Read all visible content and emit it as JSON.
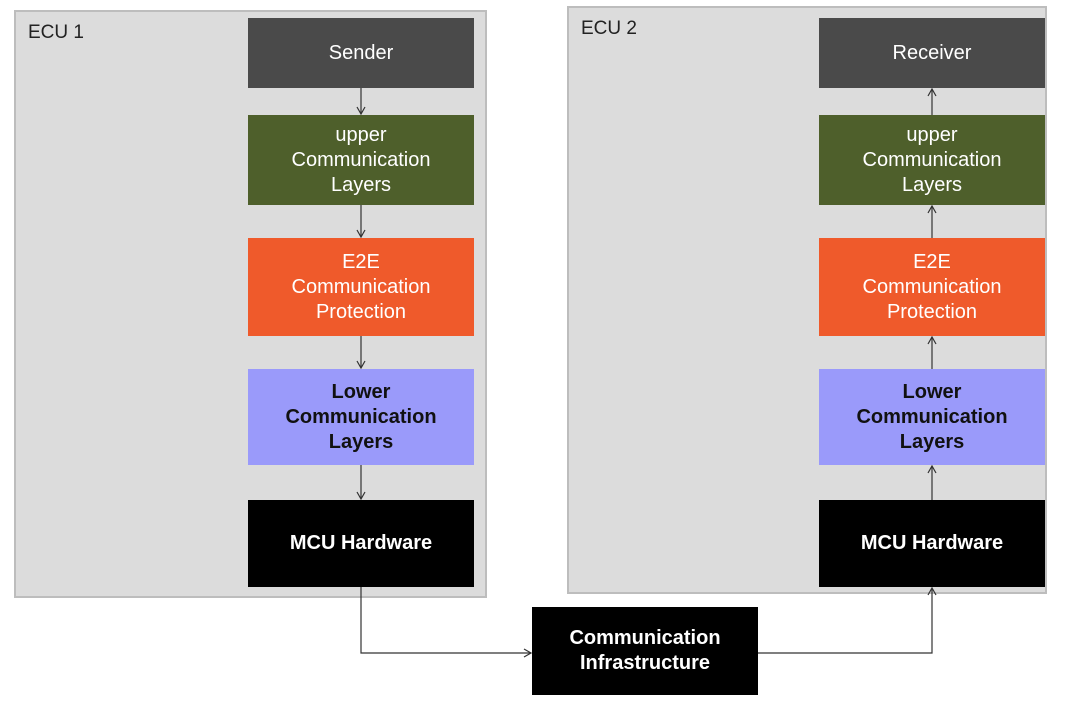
{
  "ecu1": {
    "label": "ECU 1",
    "sender": "Sender",
    "upper": [
      "upper",
      "Communication",
      "Layers"
    ],
    "e2e": [
      "E2E",
      "Communication",
      "Protection"
    ],
    "lower": [
      "Lower",
      "Communication",
      "Layers"
    ],
    "mcu": "MCU Hardware"
  },
  "ecu2": {
    "label": "ECU 2",
    "receiver": "Receiver",
    "upper": [
      "upper",
      "Communication",
      "Layers"
    ],
    "e2e": [
      "E2E",
      "Communication",
      "Protection"
    ],
    "lower": [
      "Lower",
      "Communication",
      "Layers"
    ],
    "mcu": "MCU Hardware"
  },
  "infrastructure": [
    "Communication",
    "Infrastructure"
  ],
  "colors": {
    "ecu_background": "#dcdcdc",
    "sender_receiver": "#4a4a4a",
    "upper_layers": "#4e5f2b",
    "e2e_protection": "#ef5a2b",
    "lower_layers": "#9a9afa",
    "hardware": "#000000"
  }
}
